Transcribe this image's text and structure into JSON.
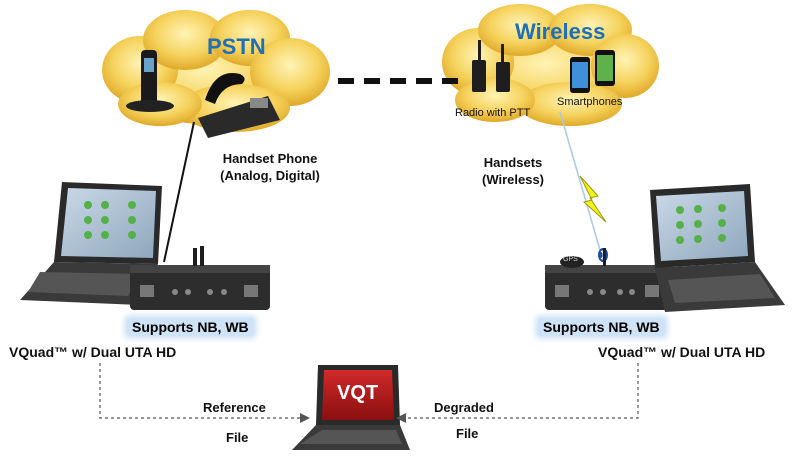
{
  "pstn": {
    "title": "PSTN"
  },
  "wireless": {
    "title": "Wireless",
    "radio_label": "Radio with PTT",
    "smartphones_label": "Smartphones"
  },
  "handset_phone": {
    "line1": "Handset Phone",
    "line2": "(Analog, Digital)"
  },
  "handsets_wireless": {
    "line1": "Handsets",
    "line2": "(Wireless)"
  },
  "left_station": {
    "supports": "Supports NB, WB",
    "name": "VQuad™ w/ Dual UTA HD"
  },
  "right_station": {
    "supports": "Supports NB, WB",
    "name": "VQuad™ w/ Dual UTA HD",
    "gps_label": "GPS"
  },
  "vqt": {
    "screen_label": "VQT"
  },
  "reference_file": {
    "line1": "Reference",
    "line2": "File"
  },
  "degraded_file": {
    "line1": "Degraded",
    "line2": "File"
  },
  "colors": {
    "cloud_fill": "#f2c94e",
    "cloud_title": "#1d6fb8",
    "supports_bg": "#cfe3f7",
    "vqt_screen": "#b01818",
    "lightning": "#f3f21a"
  }
}
